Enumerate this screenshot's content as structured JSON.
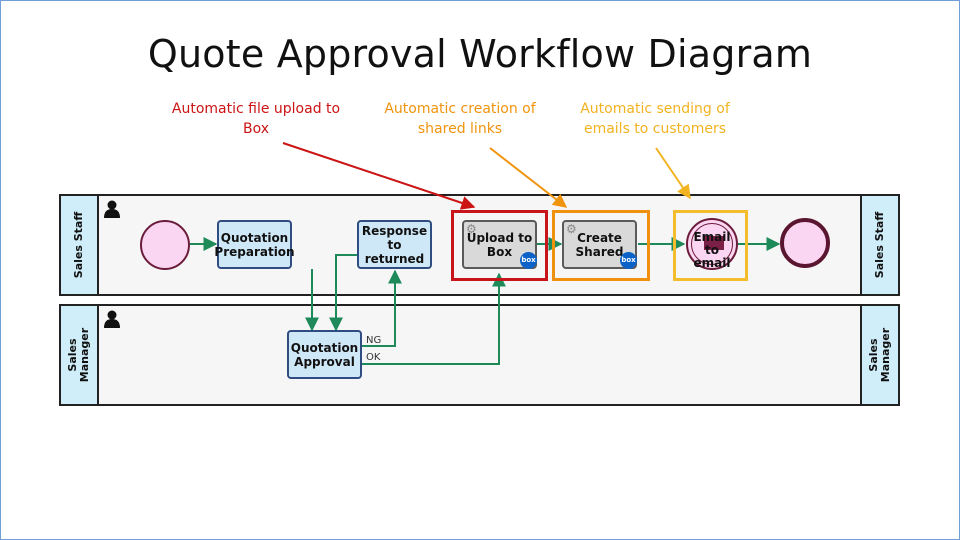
{
  "title": "Quote Approval Workflow Diagram",
  "callouts": {
    "upload": "Automatic file upload to Box",
    "links": "Automatic creation of shared links",
    "emails": "Automatic sending of emails to customers"
  },
  "colors": {
    "upload_callout": "#cc1414",
    "links_callout": "#f0940e",
    "emails_callout": "#f2b321",
    "flow_arrow": "#1e8a5a",
    "lane_header": "#cfeefa",
    "user_task": "#cfe8f7",
    "auto_task": "#d9d9d9",
    "event_fill": "#fbd6f2"
  },
  "lanes": {
    "staff": "Sales Staff",
    "manager_line1": "Sales",
    "manager_line2": "Manager"
  },
  "tasks": {
    "quotation_preparation": "Quotation Preparation",
    "response_returned": "Response to returned",
    "quotation_approval": "Quotation Approval",
    "upload_to_box": "Upload to Box",
    "create_shared": "Create Shared",
    "email": "Email to email"
  },
  "badge": "box",
  "flow_labels": {
    "ng": "NG",
    "ok": "OK"
  }
}
